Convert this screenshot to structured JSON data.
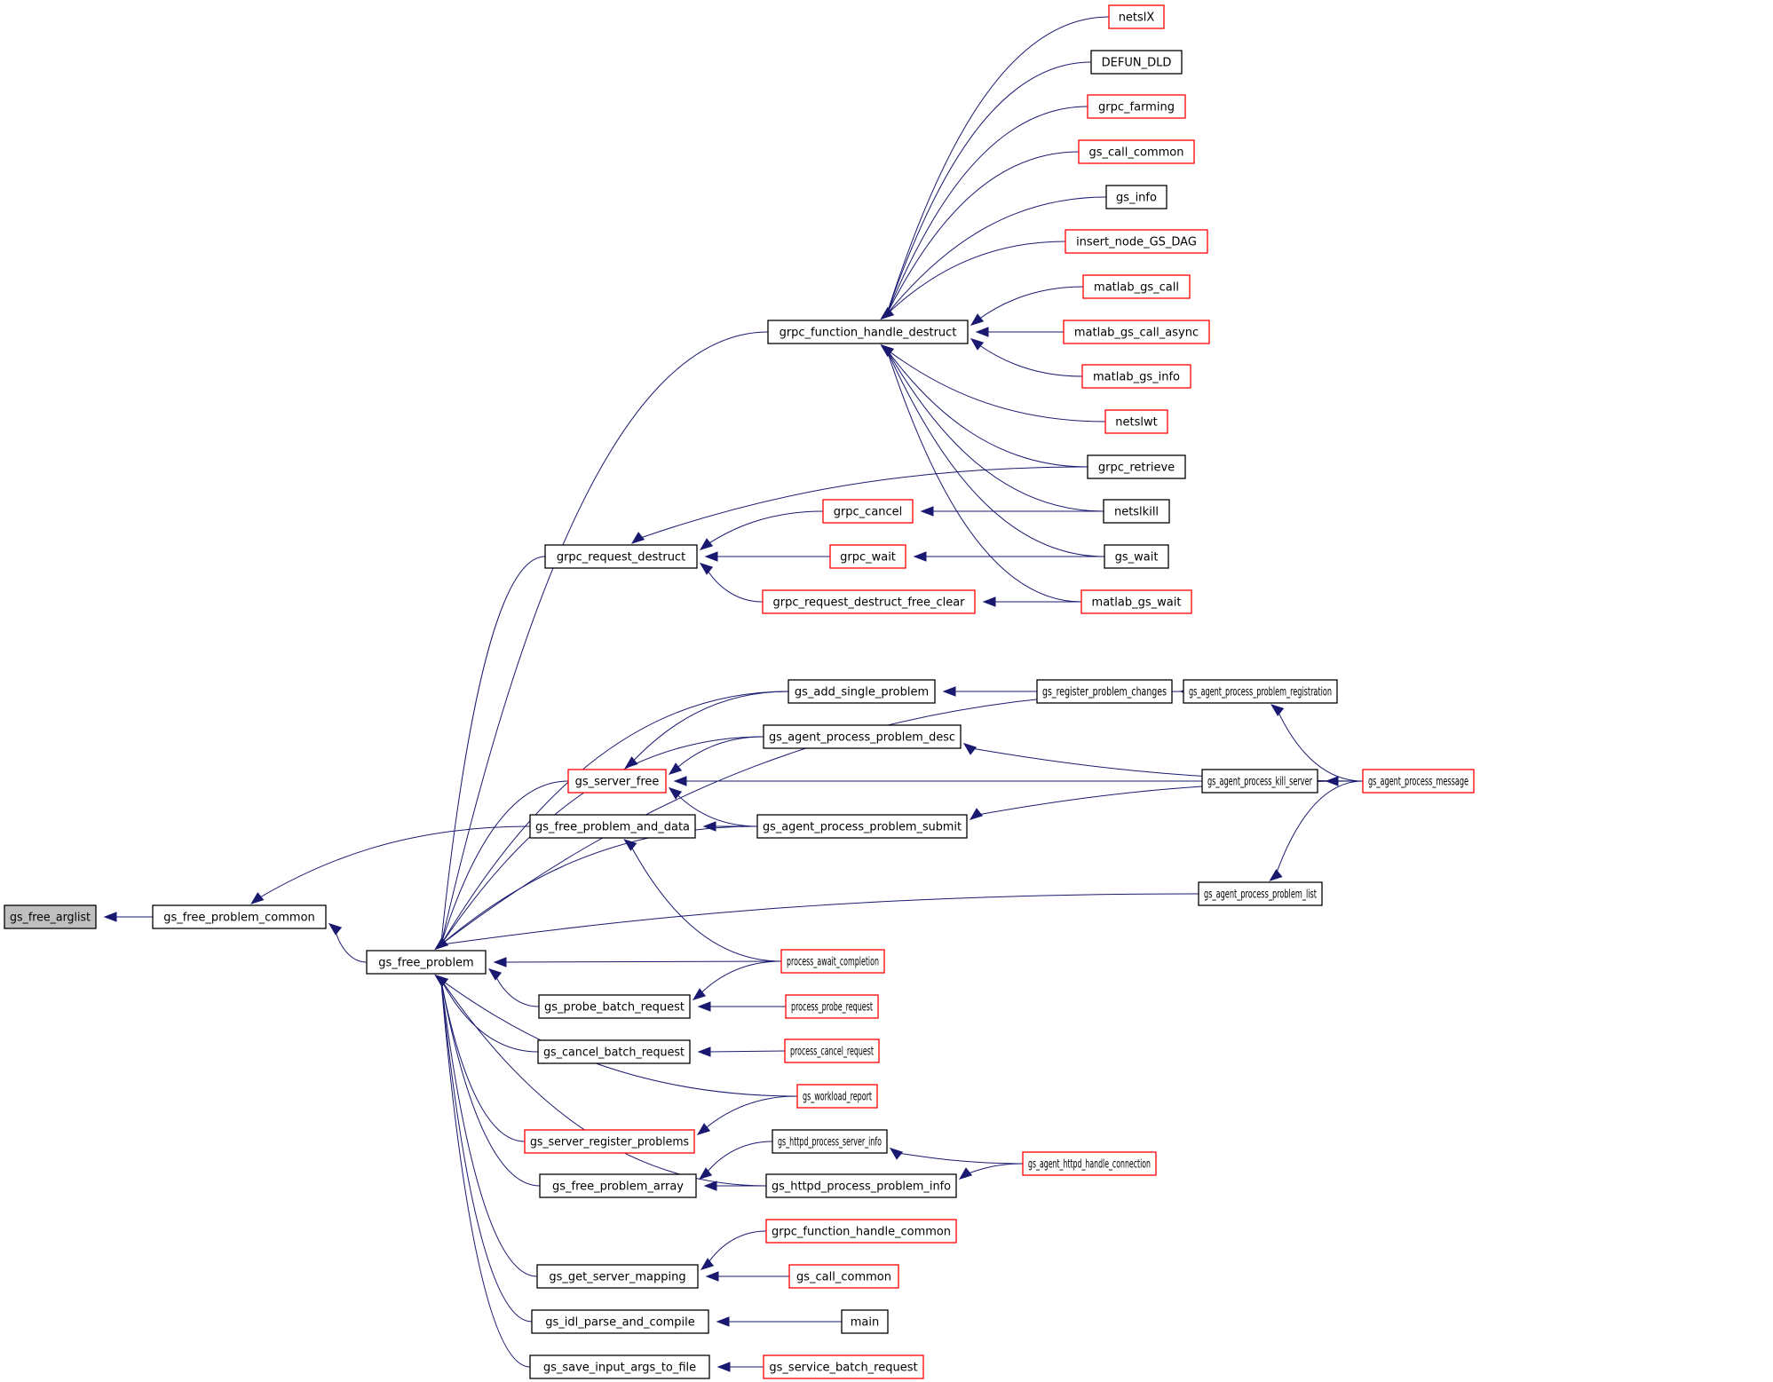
{
  "title": "Caller graph for gs_free_arglist",
  "colors": {
    "edge": "#191970",
    "box_border_documented": "#000000",
    "box_border_truncated": "#ff0000",
    "root_fill": "#bfbfbf"
  },
  "nodes": [
    {
      "id": "gs_free_arglist",
      "label": "gs_free_arglist",
      "style": "root"
    },
    {
      "id": "gs_free_problem_common",
      "label": "gs_free_problem_common",
      "style": "plain"
    },
    {
      "id": "gs_free_problem",
      "label": "gs_free_problem",
      "style": "plain"
    },
    {
      "id": "grpc_function_handle_destruct",
      "label": "grpc_function_handle_destruct",
      "style": "plain"
    },
    {
      "id": "grpc_request_destruct",
      "label": "grpc_request_destruct",
      "style": "plain"
    },
    {
      "id": "gs_server_free",
      "label": "gs_server_free",
      "style": "red"
    },
    {
      "id": "gs_free_problem_and_data",
      "label": "gs_free_problem_and_data",
      "style": "plain"
    },
    {
      "id": "gs_probe_batch_request",
      "label": "gs_probe_batch_request",
      "style": "plain"
    },
    {
      "id": "gs_cancel_batch_request",
      "label": "gs_cancel_batch_request",
      "style": "plain"
    },
    {
      "id": "gs_server_register_problems",
      "label": "gs_server_register_problems",
      "style": "red"
    },
    {
      "id": "gs_free_problem_array",
      "label": "gs_free_problem_array",
      "style": "plain"
    },
    {
      "id": "gs_get_server_mapping",
      "label": "gs_get_server_mapping",
      "style": "plain"
    },
    {
      "id": "gs_idl_parse_and_compile",
      "label": "gs_idl_parse_and_compile",
      "style": "plain"
    },
    {
      "id": "gs_save_input_args_to_file",
      "label": "gs_save_input_args_to_file",
      "style": "plain"
    },
    {
      "id": "netslX",
      "label": "netslX",
      "style": "red"
    },
    {
      "id": "DEFUN_DLD",
      "label": "DEFUN_DLD",
      "style": "plain"
    },
    {
      "id": "grpc_farming",
      "label": "grpc_farming",
      "style": "red"
    },
    {
      "id": "gs_call_common_top",
      "label": "gs_call_common",
      "style": "red"
    },
    {
      "id": "gs_info",
      "label": "gs_info",
      "style": "plain"
    },
    {
      "id": "insert_node_GS_DAG",
      "label": "insert_node_GS_DAG",
      "style": "red"
    },
    {
      "id": "matlab_gs_call",
      "label": "matlab_gs_call",
      "style": "red"
    },
    {
      "id": "matlab_gs_call_async",
      "label": "matlab_gs_call_async",
      "style": "red"
    },
    {
      "id": "matlab_gs_info",
      "label": "matlab_gs_info",
      "style": "red"
    },
    {
      "id": "netslwt",
      "label": "netslwt",
      "style": "red"
    },
    {
      "id": "grpc_retrieve",
      "label": "grpc_retrieve",
      "style": "plain"
    },
    {
      "id": "netslkill",
      "label": "netslkill",
      "style": "plain"
    },
    {
      "id": "gs_wait",
      "label": "gs_wait",
      "style": "plain"
    },
    {
      "id": "matlab_gs_wait",
      "label": "matlab_gs_wait",
      "style": "red"
    },
    {
      "id": "grpc_cancel",
      "label": "grpc_cancel",
      "style": "red"
    },
    {
      "id": "grpc_wait",
      "label": "grpc_wait",
      "style": "red"
    },
    {
      "id": "grpc_request_destruct_free_clear",
      "label": "grpc_request_destruct_free_clear",
      "style": "red"
    },
    {
      "id": "gs_add_single_problem",
      "label": "gs_add_single_problem",
      "style": "plain"
    },
    {
      "id": "gs_agent_process_problem_desc",
      "label": "gs_agent_process_problem_desc",
      "style": "plain"
    },
    {
      "id": "gs_agent_process_problem_submit",
      "label": "gs_agent_process_problem_submit",
      "style": "plain"
    },
    {
      "id": "gs_register_problem_changes",
      "label": "gs_register_problem_changes",
      "style": "plain"
    },
    {
      "id": "gs_agent_process_problem_registration",
      "label": "gs_agent_process_problem_registration",
      "style": "plain"
    },
    {
      "id": "gs_agent_process_kill_server",
      "label": "gs_agent_process_kill_server",
      "style": "plain"
    },
    {
      "id": "gs_agent_process_message",
      "label": "gs_agent_process_message",
      "style": "red"
    },
    {
      "id": "gs_agent_process_problem_list",
      "label": "gs_agent_process_problem_list",
      "style": "plain"
    },
    {
      "id": "process_await_completion",
      "label": "process_await_completion",
      "style": "red"
    },
    {
      "id": "process_probe_request",
      "label": "process_probe_request",
      "style": "red"
    },
    {
      "id": "process_cancel_request",
      "label": "process_cancel_request",
      "style": "red"
    },
    {
      "id": "gs_workload_report",
      "label": "gs_workload_report",
      "style": "red"
    },
    {
      "id": "gs_httpd_process_server_info",
      "label": "gs_httpd_process_server_info",
      "style": "plain"
    },
    {
      "id": "gs_httpd_process_problem_info",
      "label": "gs_httpd_process_problem_info",
      "style": "plain"
    },
    {
      "id": "gs_agent_httpd_handle_connection",
      "label": "gs_agent_httpd_handle_connection",
      "style": "red"
    },
    {
      "id": "grpc_function_handle_common",
      "label": "grpc_function_handle_common",
      "style": "red"
    },
    {
      "id": "gs_call_common_bottom",
      "label": "gs_call_common",
      "style": "red"
    },
    {
      "id": "main",
      "label": "main",
      "style": "plain"
    },
    {
      "id": "gs_service_batch_request",
      "label": "gs_service_batch_request",
      "style": "red"
    }
  ],
  "edges": [
    {
      "from": "gs_free_problem_common",
      "to": "gs_free_arglist"
    },
    {
      "from": "gs_free_problem",
      "to": "gs_free_problem_common"
    },
    {
      "from": "gs_free_problem_and_data",
      "to": "gs_free_problem_common"
    },
    {
      "from": "grpc_function_handle_destruct",
      "to": "gs_free_problem"
    },
    {
      "from": "grpc_request_destruct",
      "to": "gs_free_problem"
    },
    {
      "from": "gs_server_free",
      "to": "gs_free_problem"
    },
    {
      "from": "gs_add_single_problem",
      "to": "gs_free_problem"
    },
    {
      "from": "gs_agent_process_problem_desc",
      "to": "gs_free_problem"
    },
    {
      "from": "gs_agent_process_problem_registration",
      "to": "gs_free_problem"
    },
    {
      "from": "gs_agent_process_problem_submit",
      "to": "gs_free_problem"
    },
    {
      "from": "gs_agent_process_problem_list",
      "to": "gs_free_problem"
    },
    {
      "from": "process_await_completion",
      "to": "gs_free_problem"
    },
    {
      "from": "gs_probe_batch_request",
      "to": "gs_free_problem"
    },
    {
      "from": "gs_cancel_batch_request",
      "to": "gs_free_problem"
    },
    {
      "from": "gs_workload_report",
      "to": "gs_free_problem"
    },
    {
      "from": "gs_server_register_problems",
      "to": "gs_free_problem"
    },
    {
      "from": "gs_free_problem_array",
      "to": "gs_free_problem"
    },
    {
      "from": "gs_httpd_process_problem_info",
      "to": "gs_free_problem"
    },
    {
      "from": "gs_get_server_mapping",
      "to": "gs_free_problem"
    },
    {
      "from": "gs_idl_parse_and_compile",
      "to": "gs_free_problem"
    },
    {
      "from": "gs_save_input_args_to_file",
      "to": "gs_free_problem"
    },
    {
      "from": "netslX",
      "to": "grpc_function_handle_destruct"
    },
    {
      "from": "DEFUN_DLD",
      "to": "grpc_function_handle_destruct"
    },
    {
      "from": "grpc_farming",
      "to": "grpc_function_handle_destruct"
    },
    {
      "from": "gs_call_common_top",
      "to": "grpc_function_handle_destruct"
    },
    {
      "from": "gs_info",
      "to": "grpc_function_handle_destruct"
    },
    {
      "from": "insert_node_GS_DAG",
      "to": "grpc_function_handle_destruct"
    },
    {
      "from": "matlab_gs_call",
      "to": "grpc_function_handle_destruct"
    },
    {
      "from": "matlab_gs_call_async",
      "to": "grpc_function_handle_destruct"
    },
    {
      "from": "matlab_gs_info",
      "to": "grpc_function_handle_destruct"
    },
    {
      "from": "netslwt",
      "to": "grpc_function_handle_destruct"
    },
    {
      "from": "grpc_retrieve",
      "to": "grpc_function_handle_destruct"
    },
    {
      "from": "netslkill",
      "to": "grpc_function_handle_destruct"
    },
    {
      "from": "gs_wait",
      "to": "grpc_function_handle_destruct"
    },
    {
      "from": "matlab_gs_wait",
      "to": "grpc_function_handle_destruct"
    },
    {
      "from": "grpc_retrieve",
      "to": "grpc_request_destruct"
    },
    {
      "from": "grpc_cancel",
      "to": "grpc_request_destruct"
    },
    {
      "from": "grpc_wait",
      "to": "grpc_request_destruct"
    },
    {
      "from": "grpc_request_destruct_free_clear",
      "to": "grpc_request_destruct"
    },
    {
      "from": "netslkill",
      "to": "grpc_cancel"
    },
    {
      "from": "gs_wait",
      "to": "grpc_wait"
    },
    {
      "from": "matlab_gs_wait",
      "to": "grpc_request_destruct_free_clear"
    },
    {
      "from": "gs_register_problem_changes",
      "to": "gs_add_single_problem"
    },
    {
      "from": "gs_agent_process_problem_registration",
      "to": "gs_register_problem_changes"
    },
    {
      "from": "gs_agent_process_message",
      "to": "gs_agent_process_problem_registration"
    },
    {
      "from": "gs_agent_process_message",
      "to": "gs_agent_process_problem_desc"
    },
    {
      "from": "gs_agent_process_message",
      "to": "gs_agent_process_kill_server"
    },
    {
      "from": "gs_agent_process_message",
      "to": "gs_agent_process_problem_submit"
    },
    {
      "from": "gs_agent_process_message",
      "to": "gs_agent_process_problem_list"
    },
    {
      "from": "gs_add_single_problem",
      "to": "gs_server_free"
    },
    {
      "from": "gs_agent_process_problem_desc",
      "to": "gs_server_free"
    },
    {
      "from": "gs_agent_process_kill_server",
      "to": "gs_server_free"
    },
    {
      "from": "gs_agent_process_problem_submit",
      "to": "gs_server_free"
    },
    {
      "from": "gs_agent_process_problem_submit",
      "to": "gs_free_problem_and_data"
    },
    {
      "from": "process_await_completion",
      "to": "gs_free_problem_and_data"
    },
    {
      "from": "process_await_completion",
      "to": "gs_probe_batch_request"
    },
    {
      "from": "process_probe_request",
      "to": "gs_probe_batch_request"
    },
    {
      "from": "process_cancel_request",
      "to": "gs_cancel_batch_request"
    },
    {
      "from": "gs_workload_report",
      "to": "gs_server_register_problems"
    },
    {
      "from": "gs_httpd_process_server_info",
      "to": "gs_free_problem_array"
    },
    {
      "from": "gs_httpd_process_problem_info",
      "to": "gs_free_problem_array"
    },
    {
      "from": "gs_agent_httpd_handle_connection",
      "to": "gs_httpd_process_server_info"
    },
    {
      "from": "gs_agent_httpd_handle_connection",
      "to": "gs_httpd_process_problem_info"
    },
    {
      "from": "grpc_function_handle_common",
      "to": "gs_get_server_mapping"
    },
    {
      "from": "gs_call_common_bottom",
      "to": "gs_get_server_mapping"
    },
    {
      "from": "main",
      "to": "gs_idl_parse_and_compile"
    },
    {
      "from": "gs_service_batch_request",
      "to": "gs_save_input_args_to_file"
    }
  ]
}
